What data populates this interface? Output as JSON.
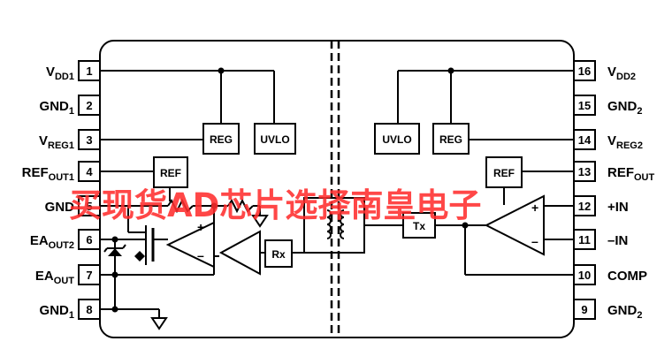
{
  "pins_left": [
    {
      "number": "1",
      "name": "V",
      "sub": "DD1"
    },
    {
      "number": "2",
      "name": "GND",
      "sub": "1"
    },
    {
      "number": "3",
      "name": "V",
      "sub": "REG1"
    },
    {
      "number": "4",
      "name": "REF",
      "sub": "OUT1"
    },
    {
      "number": "5",
      "name": "GND",
      "sub": ""
    },
    {
      "number": "6",
      "name": "EA",
      "sub": "OUT2"
    },
    {
      "number": "7",
      "name": "EA",
      "sub": "OUT"
    },
    {
      "number": "8",
      "name": "GND",
      "sub": "1"
    }
  ],
  "pins_right": [
    {
      "number": "16",
      "name": "V",
      "sub": "DD2"
    },
    {
      "number": "15",
      "name": "GND",
      "sub": "2"
    },
    {
      "number": "14",
      "name": "V",
      "sub": "REG2"
    },
    {
      "number": "13",
      "name": "REF",
      "sub": "OUT"
    },
    {
      "number": "12",
      "name": "+IN",
      "sub": ""
    },
    {
      "number": "11",
      "name": "–IN",
      "sub": ""
    },
    {
      "number": "10",
      "name": "COMP",
      "sub": ""
    },
    {
      "number": "9",
      "name": "GND",
      "sub": "2"
    }
  ],
  "blocks": {
    "reg_left": "REG",
    "uvlo_left": "UVLO",
    "ref_left": "REF",
    "rx": "Rx",
    "uvlo_right": "UVLO",
    "reg_right": "REG",
    "ref_right": "REF",
    "tx": "Tx"
  },
  "signs": {
    "plus": "+",
    "minus": "–"
  },
  "watermark": "买现货AD芯片选择南皇电子"
}
